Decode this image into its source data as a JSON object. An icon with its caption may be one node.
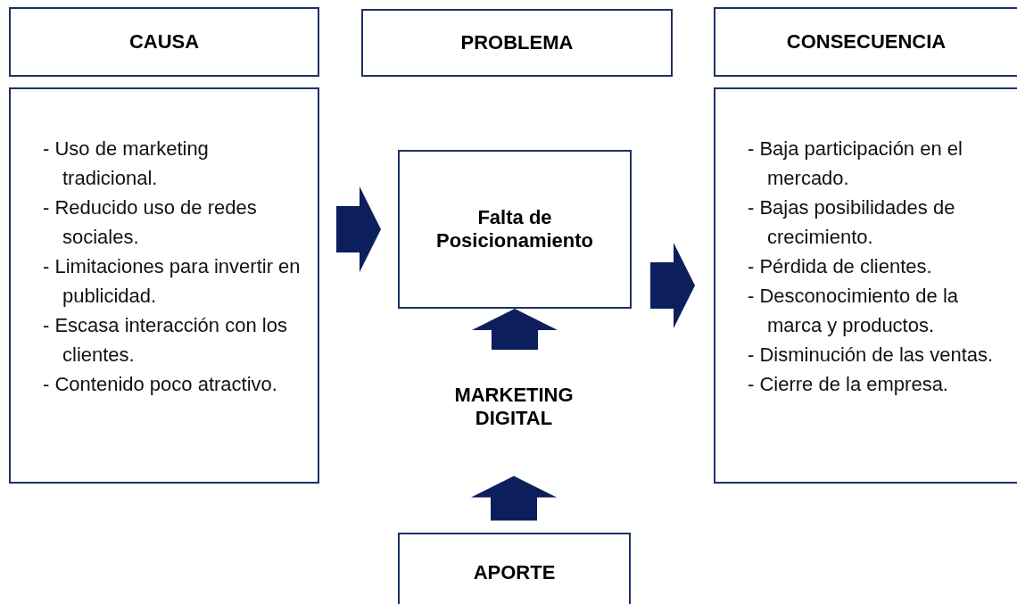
{
  "diagram": {
    "nodes": [
      {
        "text": [
          "CAUSA"
        ]
      },
      {
        "text": [
          "PROBLEMA"
        ]
      },
      {
        "text": [
          "CONSECUENCIA"
        ]
      },
      {
        "text": [
          "- Uso de marketing tradicional.",
          "- Reducido uso de redes sociales.",
          "- Limitaciones para invertir en publicidad.",
          "- Escasa interacción con los clientes.",
          "- Contenido poco atractivo."
        ]
      },
      {
        "text": [
          "Falta de Posicionamiento"
        ]
      },
      {
        "text": [
          "- Baja participación en el mercado.",
          "- Bajas posibilidades de crecimiento.",
          "- Pérdida de clientes.",
          "- Desconocimiento de la marca y productos.",
          "- Disminución de las ventas.",
          "- Cierre de la empresa."
        ]
      },
      {
        "text": [
          "MARKETING DIGITAL"
        ]
      },
      {
        "text": [
          "APORTE"
        ]
      }
    ],
    "edges": [
      {
        "from": 3,
        "to": 4,
        "arrow": "to",
        "style": "thick"
      },
      {
        "from": 4,
        "to": 5,
        "arrow": "to",
        "style": "thick"
      },
      {
        "from": 6,
        "to": 4,
        "arrow": "to",
        "style": "thick"
      },
      {
        "from": 7,
        "to": 6,
        "arrow": "to",
        "style": "thick"
      }
    ]
  }
}
